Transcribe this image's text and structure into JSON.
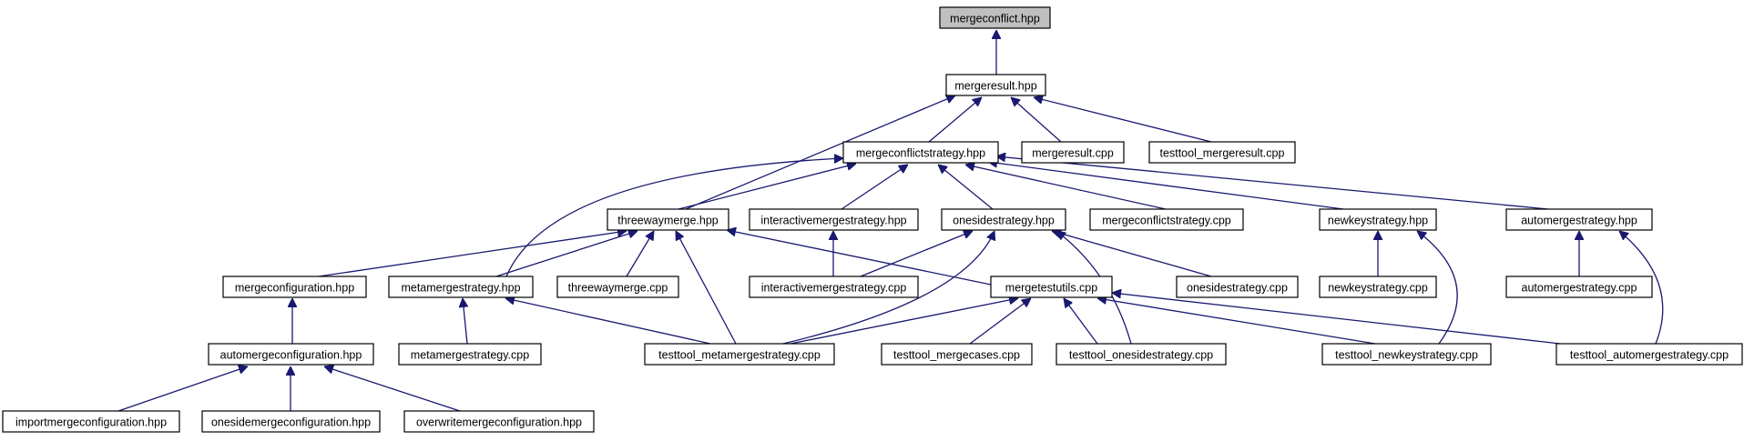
{
  "diagram": {
    "nodes": [
      {
        "id": "mergeconflict_hpp",
        "label": "mergeconflict.hpp",
        "root": true
      },
      {
        "id": "mergeresult_hpp",
        "label": "mergeresult.hpp"
      },
      {
        "id": "mergeconflictstrategy_hpp",
        "label": "mergeconflictstrategy.hpp"
      },
      {
        "id": "mergeresult_cpp",
        "label": "mergeresult.cpp"
      },
      {
        "id": "testtool_mergeresult_cpp",
        "label": "testtool_mergeresult.cpp"
      },
      {
        "id": "threewaymerge_hpp",
        "label": "threewaymerge.hpp"
      },
      {
        "id": "interactivemergestrategy_hpp",
        "label": "interactivemergestrategy.hpp"
      },
      {
        "id": "onesidestrategy_hpp",
        "label": "onesidestrategy.hpp"
      },
      {
        "id": "mergeconflictstrategy_cpp",
        "label": "mergeconflictstrategy.cpp"
      },
      {
        "id": "newkeystrategy_hpp",
        "label": "newkeystrategy.hpp"
      },
      {
        "id": "automergestrategy_hpp",
        "label": "automergestrategy.hpp"
      },
      {
        "id": "mergeconfiguration_hpp",
        "label": "mergeconfiguration.hpp"
      },
      {
        "id": "metamergestrategy_hpp",
        "label": "metamergestrategy.hpp"
      },
      {
        "id": "threewaymerge_cpp",
        "label": "threewaymerge.cpp"
      },
      {
        "id": "interactivemergestrategy_cpp",
        "label": "interactivemergestrategy.cpp"
      },
      {
        "id": "mergetestutils_cpp",
        "label": "mergetestutils.cpp"
      },
      {
        "id": "onesidestrategy_cpp",
        "label": "onesidestrategy.cpp"
      },
      {
        "id": "newkeystrategy_cpp",
        "label": "newkeystrategy.cpp"
      },
      {
        "id": "automergestrategy_cpp",
        "label": "automergestrategy.cpp"
      },
      {
        "id": "automergeconfiguration_hpp",
        "label": "automergeconfiguration.hpp"
      },
      {
        "id": "metamergestrategy_cpp",
        "label": "metamergestrategy.cpp"
      },
      {
        "id": "testtool_metamergestrategy_cpp",
        "label": "testtool_metamergestrategy.cpp"
      },
      {
        "id": "testtool_mergecases_cpp",
        "label": "testtool_mergecases.cpp"
      },
      {
        "id": "testtool_onesidestrategy_cpp",
        "label": "testtool_onesidestrategy.cpp"
      },
      {
        "id": "testtool_newkeystrategy_cpp",
        "label": "testtool_newkeystrategy.cpp"
      },
      {
        "id": "testtool_automergestrategy_cpp",
        "label": "testtool_automergestrategy.cpp"
      },
      {
        "id": "importmergeconfiguration_hpp",
        "label": "importmergeconfiguration.hpp"
      },
      {
        "id": "onesidemergeconfiguration_hpp",
        "label": "onesidemergeconfiguration.hpp"
      },
      {
        "id": "overwritemergeconfiguration_hpp",
        "label": "overwritemergeconfiguration.hpp"
      }
    ],
    "edges": [
      {
        "from": "mergeresult_hpp",
        "to": "mergeconflict_hpp"
      },
      {
        "from": "mergeconflictstrategy_hpp",
        "to": "mergeresult_hpp"
      },
      {
        "from": "mergeresult_cpp",
        "to": "mergeresult_hpp"
      },
      {
        "from": "testtool_mergeresult_cpp",
        "to": "mergeresult_hpp"
      },
      {
        "from": "threewaymerge_hpp",
        "to": "mergeresult_hpp"
      },
      {
        "from": "threewaymerge_hpp",
        "to": "mergeconflictstrategy_hpp"
      },
      {
        "from": "interactivemergestrategy_hpp",
        "to": "mergeconflictstrategy_hpp"
      },
      {
        "from": "onesidestrategy_hpp",
        "to": "mergeconflictstrategy_hpp"
      },
      {
        "from": "mergeconflictstrategy_cpp",
        "to": "mergeconflictstrategy_hpp"
      },
      {
        "from": "newkeystrategy_hpp",
        "to": "mergeconflictstrategy_hpp"
      },
      {
        "from": "automergestrategy_hpp",
        "to": "mergeconflictstrategy_hpp"
      },
      {
        "from": "metamergestrategy_hpp",
        "to": "mergeconflictstrategy_hpp"
      },
      {
        "from": "mergeconfiguration_hpp",
        "to": "threewaymerge_hpp"
      },
      {
        "from": "metamergestrategy_hpp",
        "to": "threewaymerge_hpp"
      },
      {
        "from": "threewaymerge_cpp",
        "to": "threewaymerge_hpp"
      },
      {
        "from": "testtool_metamergestrategy_cpp",
        "to": "threewaymerge_hpp"
      },
      {
        "from": "mergetestutils_cpp",
        "to": "threewaymerge_hpp"
      },
      {
        "from": "interactivemergestrategy_cpp",
        "to": "interactivemergestrategy_hpp"
      },
      {
        "from": "interactivemergestrategy_cpp",
        "to": "onesidestrategy_hpp"
      },
      {
        "from": "onesidestrategy_cpp",
        "to": "onesidestrategy_hpp"
      },
      {
        "from": "testtool_metamergestrategy_cpp",
        "to": "onesidestrategy_hpp"
      },
      {
        "from": "testtool_onesidestrategy_cpp",
        "to": "onesidestrategy_hpp"
      },
      {
        "from": "newkeystrategy_cpp",
        "to": "newkeystrategy_hpp"
      },
      {
        "from": "testtool_newkeystrategy_cpp",
        "to": "newkeystrategy_hpp"
      },
      {
        "from": "automergestrategy_cpp",
        "to": "automergestrategy_hpp"
      },
      {
        "from": "testtool_automergestrategy_cpp",
        "to": "automergestrategy_hpp"
      },
      {
        "from": "automergeconfiguration_hpp",
        "to": "mergeconfiguration_hpp"
      },
      {
        "from": "metamergestrategy_cpp",
        "to": "metamergestrategy_hpp"
      },
      {
        "from": "testtool_metamergestrategy_cpp",
        "to": "metamergestrategy_hpp"
      },
      {
        "from": "testtool_metamergestrategy_cpp",
        "to": "mergetestutils_cpp"
      },
      {
        "from": "testtool_mergecases_cpp",
        "to": "mergetestutils_cpp"
      },
      {
        "from": "testtool_onesidestrategy_cpp",
        "to": "mergetestutils_cpp"
      },
      {
        "from": "testtool_newkeystrategy_cpp",
        "to": "mergetestutils_cpp"
      },
      {
        "from": "testtool_automergestrategy_cpp",
        "to": "mergetestutils_cpp"
      },
      {
        "from": "importmergeconfiguration_hpp",
        "to": "automergeconfiguration_hpp"
      },
      {
        "from": "onesidemergeconfiguration_hpp",
        "to": "automergeconfiguration_hpp"
      },
      {
        "from": "overwritemergeconfiguration_hpp",
        "to": "automergeconfiguration_hpp"
      }
    ]
  },
  "colors": {
    "edge": "#191970",
    "node_border": "#000000",
    "node_fill": "#ffffff",
    "root_fill": "#bfbfbf",
    "text": "#000000"
  }
}
